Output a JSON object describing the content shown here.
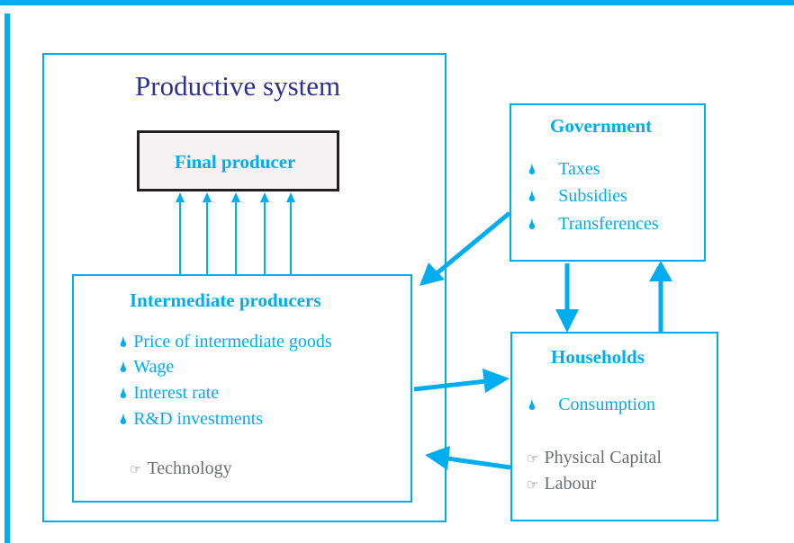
{
  "productive_system": {
    "title": "Productive system"
  },
  "final_producer": {
    "label": "Final producer"
  },
  "intermediate": {
    "title": "Intermediate producers",
    "items": [
      "Price of intermediate goods",
      "Wage",
      "Interest rate",
      "R&D investments"
    ],
    "note": "Technology"
  },
  "government": {
    "title": "Government",
    "items": [
      "Taxes",
      "Subsidies",
      "Transferences"
    ]
  },
  "households": {
    "title": "Households",
    "items": [
      "Consumption"
    ],
    "notes": [
      "Physical Capital",
      "Labour"
    ]
  },
  "colors": {
    "accent": "#00aeef",
    "title": "#2e3192",
    "muted": "#6d6e71",
    "final_border": "#231f20"
  },
  "icons": {
    "bullet": "drop-icon",
    "note": "pointing-hand-icon"
  }
}
